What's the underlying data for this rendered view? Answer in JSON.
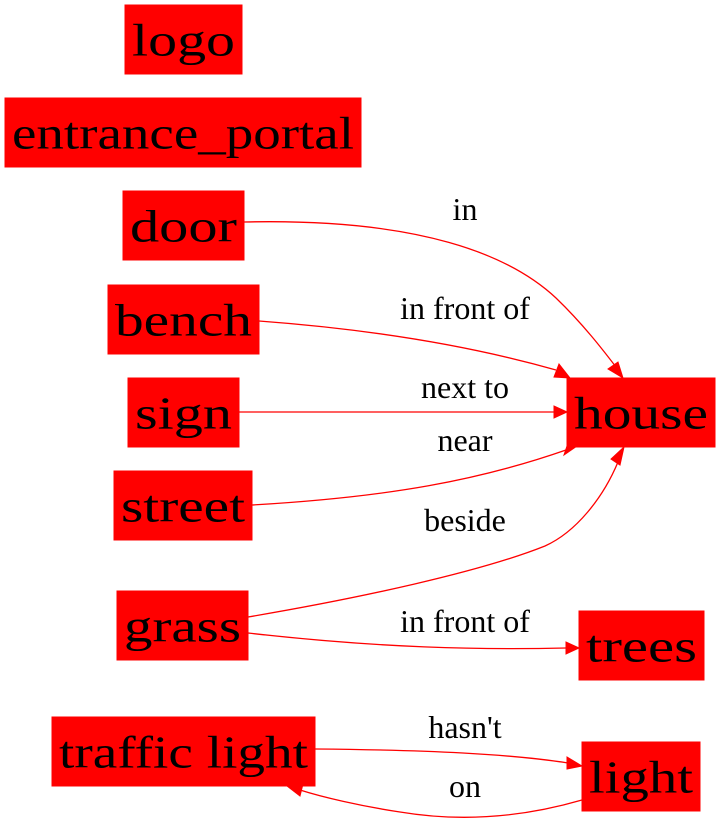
{
  "diagram": {
    "type": "directed-graph",
    "node_color": "#ff0000",
    "edge_color": "#ff0000",
    "text_color": "#000000",
    "nodes": [
      {
        "id": "logo",
        "label": "logo"
      },
      {
        "id": "entrance_portal",
        "label": "entrance_portal"
      },
      {
        "id": "door",
        "label": "door"
      },
      {
        "id": "bench",
        "label": "bench"
      },
      {
        "id": "sign",
        "label": "sign"
      },
      {
        "id": "street",
        "label": "street"
      },
      {
        "id": "grass",
        "label": "grass"
      },
      {
        "id": "traffic_light",
        "label": "traffic light"
      },
      {
        "id": "house",
        "label": "house"
      },
      {
        "id": "trees",
        "label": "trees"
      },
      {
        "id": "light",
        "label": "light"
      }
    ],
    "edges": [
      {
        "id": "door-house",
        "from": "door",
        "to": "house",
        "label": "in"
      },
      {
        "id": "bench-house",
        "from": "bench",
        "to": "house",
        "label": "in front of"
      },
      {
        "id": "sign-house",
        "from": "sign",
        "to": "house",
        "label": "next to"
      },
      {
        "id": "street-house",
        "from": "street",
        "to": "house",
        "label": "near"
      },
      {
        "id": "grass-house",
        "from": "grass",
        "to": "house",
        "label": "beside"
      },
      {
        "id": "grass-trees",
        "from": "grass",
        "to": "trees",
        "label": "in front of"
      },
      {
        "id": "traffic_light-light",
        "from": "traffic_light",
        "to": "light",
        "label": "hasn't"
      },
      {
        "id": "light-traffic_light",
        "from": "light",
        "to": "traffic_light",
        "label": "on"
      }
    ]
  }
}
